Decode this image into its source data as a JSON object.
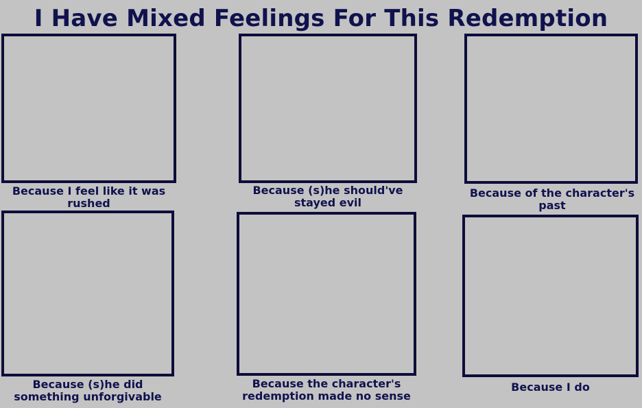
{
  "title": "I Have Mixed Feelings For This Redemption",
  "panels": [
    {
      "caption_lines": [
        "Because I feel like it was",
        "rushed"
      ]
    },
    {
      "caption_lines": [
        "Because (s)he should've",
        "stayed evil"
      ]
    },
    {
      "caption_lines": [
        "Because of the character's",
        "past"
      ]
    },
    {
      "caption_lines": [
        "Because (s)he did",
        "something unforgivable"
      ]
    },
    {
      "caption_lines": [
        "Because the character's",
        "redemption made no sense"
      ]
    },
    {
      "caption_lines": [
        "Because I do"
      ]
    }
  ]
}
